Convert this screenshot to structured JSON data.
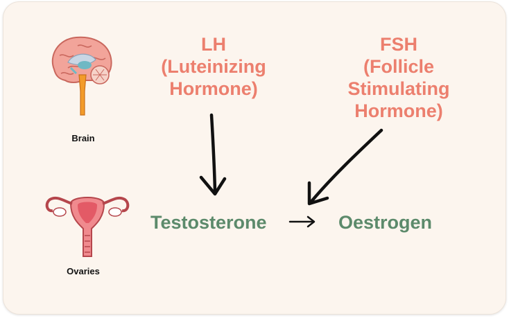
{
  "colors": {
    "background": "#fcf5ee",
    "hormone_text": "#ec7f6e",
    "product_text": "#5c8a6b",
    "arrow": "#111111"
  },
  "organs": {
    "brain": {
      "label": "Brain",
      "icon": "brain-icon"
    },
    "ovaries": {
      "label": "Ovaries",
      "icon": "uterus-ovaries-icon"
    }
  },
  "hormones": {
    "lh": {
      "line1": "LH",
      "line2": "(Luteinizing",
      "line3": "Hormone)"
    },
    "fsh": {
      "line1": "FSH",
      "line2": "(Follicle",
      "line3": "Stimulating",
      "line4": "Hormone)"
    }
  },
  "products": {
    "testosterone": "Testosterone",
    "oestrogen": "Oestrogen"
  }
}
